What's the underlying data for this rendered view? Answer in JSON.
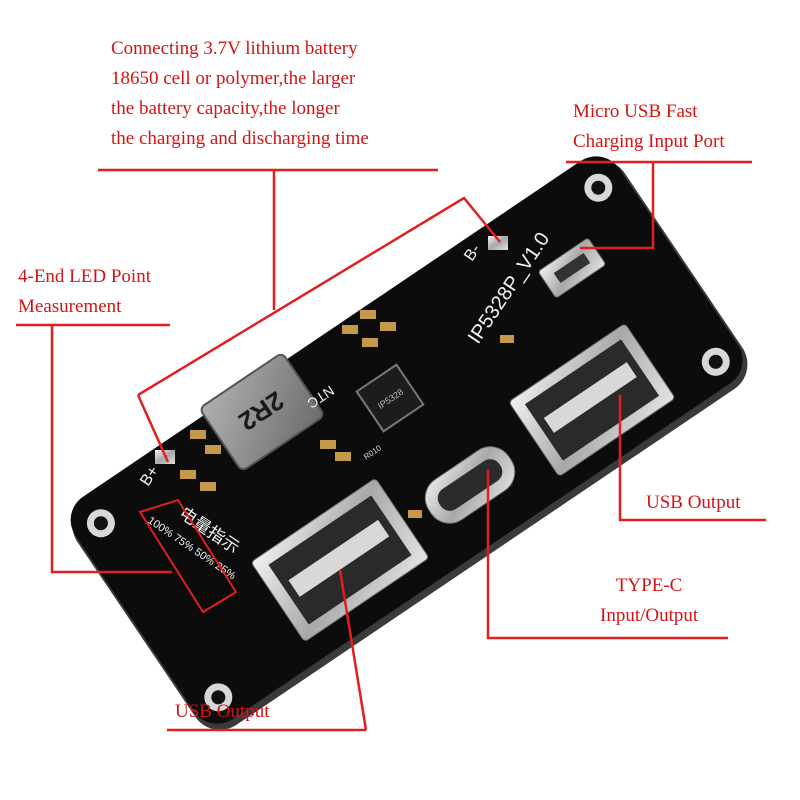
{
  "annotations": {
    "battery": {
      "lines": [
        "Connecting 3.7V lithium battery",
        "18650 cell or polymer,the larger",
        "the battery capacity,the longer",
        "the charging and discharging time"
      ]
    },
    "micro_usb": {
      "lines": [
        "Micro USB Fast",
        "Charging Input Port"
      ]
    },
    "led": {
      "lines": [
        "4-End LED Point",
        "Measurement"
      ]
    },
    "usb_output_right": {
      "text": "USB Output"
    },
    "type_c": {
      "lines": [
        "TYPE-C",
        "Input/Output"
      ]
    },
    "usb_output_bottom": {
      "text": "USB Output"
    }
  },
  "board": {
    "model": "IP5328P_V1.0",
    "chip": "IP5328",
    "inductor": "2R2",
    "ntc": "NTC",
    "b_minus": "B-",
    "b_plus": "B+",
    "led_heading": "电量指示",
    "led_levels": "100% 75% 50% 25%",
    "resistor": "R010"
  },
  "colors": {
    "annotation": "#d41414",
    "pcb": "#0c0c0c",
    "silkscreen": "#f2f2f2",
    "inductor": "#8e8e8e",
    "metal": "#c9c9c9"
  }
}
